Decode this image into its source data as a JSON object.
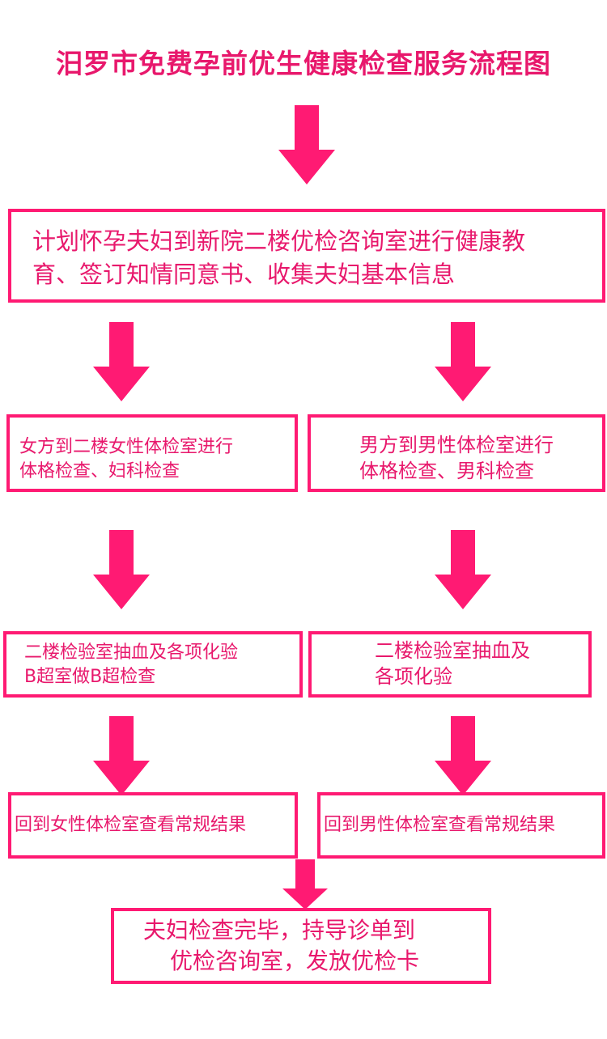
{
  "title": "汨罗市免费孕前优生健康检查服务流程图",
  "colors": {
    "accent": "#ff1a73",
    "title": "#e8186c",
    "text": "#e8186c"
  },
  "steps": {
    "intake": {
      "line1": "计划怀孕夫妇到新院二楼优检咨询室进行健康教",
      "line2": "育、签订知情同意书、收集夫妇基本信息"
    },
    "female_exam": {
      "line1": "女方到二楼女性体检室进行",
      "line2": "体格检查、妇科检查"
    },
    "male_exam": {
      "line1": "男方到男性体检室进行",
      "line2": "体格检查、男科检查"
    },
    "female_lab": {
      "line1": "二楼检验室抽血及各项化验",
      "line2": "B超室做B超检查"
    },
    "male_lab": {
      "line1": "二楼检验室抽血及",
      "line2": "各项化验"
    },
    "female_result": {
      "line1": "回到女性体检室查看常规结果"
    },
    "male_result": {
      "line1": "回到男性体检室查看常规结果"
    },
    "finish": {
      "line1": "夫妇检查完毕，持导诊单到",
      "line2": "优检咨询室，发放优检卡"
    }
  }
}
